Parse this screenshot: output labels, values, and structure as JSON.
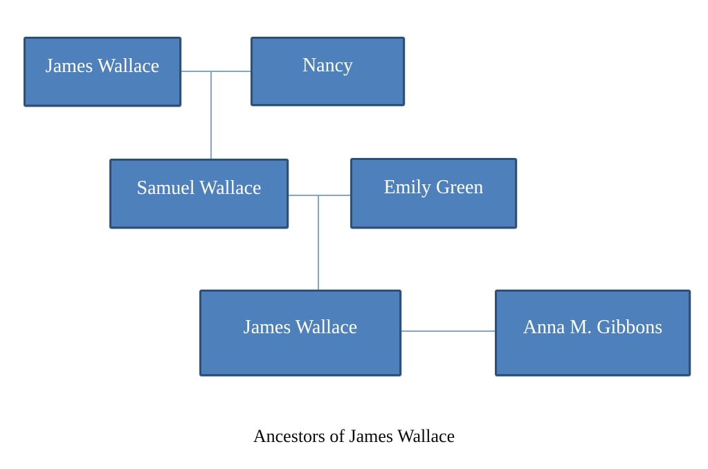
{
  "diagram": {
    "type": "family-tree",
    "caption": "Ancestors of James Wallace",
    "persons": [
      {
        "id": "james-wallace-grandfather",
        "label": "James Wallace",
        "generation": "grandparents",
        "row": "top"
      },
      {
        "id": "nancy",
        "label": "Nancy",
        "generation": "grandparents",
        "row": "top"
      },
      {
        "id": "samuel-wallace",
        "label": "Samuel Wallace",
        "generation": "parents",
        "row": "middle"
      },
      {
        "id": "emily-green",
        "label": "Emily Green",
        "generation": "parents",
        "row": "middle"
      },
      {
        "id": "james-wallace",
        "label": "James Wallace",
        "generation": "subject",
        "row": "bottom"
      },
      {
        "id": "anna-m-gibbons",
        "label": "Anna M. Gibbons",
        "generation": "subject-spouse",
        "row": "bottom"
      }
    ],
    "relationships": [
      {
        "type": "couple",
        "between": [
          "james-wallace-grandfather",
          "nancy"
        ]
      },
      {
        "type": "parent-child",
        "parents": [
          "james-wallace-grandfather",
          "nancy"
        ],
        "child": "samuel-wallace"
      },
      {
        "type": "couple",
        "between": [
          "samuel-wallace",
          "emily-green"
        ]
      },
      {
        "type": "parent-child",
        "parents": [
          "samuel-wallace",
          "emily-green"
        ],
        "child": "james-wallace"
      },
      {
        "type": "couple",
        "between": [
          "james-wallace",
          "anna-m-gibbons"
        ]
      }
    ],
    "colors": {
      "box_fill": "#4E80BC",
      "box_border": "#2E5077",
      "connector": "#7FA5D6",
      "box_text": "#FFFFFF",
      "caption_text": "#0A0A0A",
      "background": "#FFFFFF"
    }
  }
}
